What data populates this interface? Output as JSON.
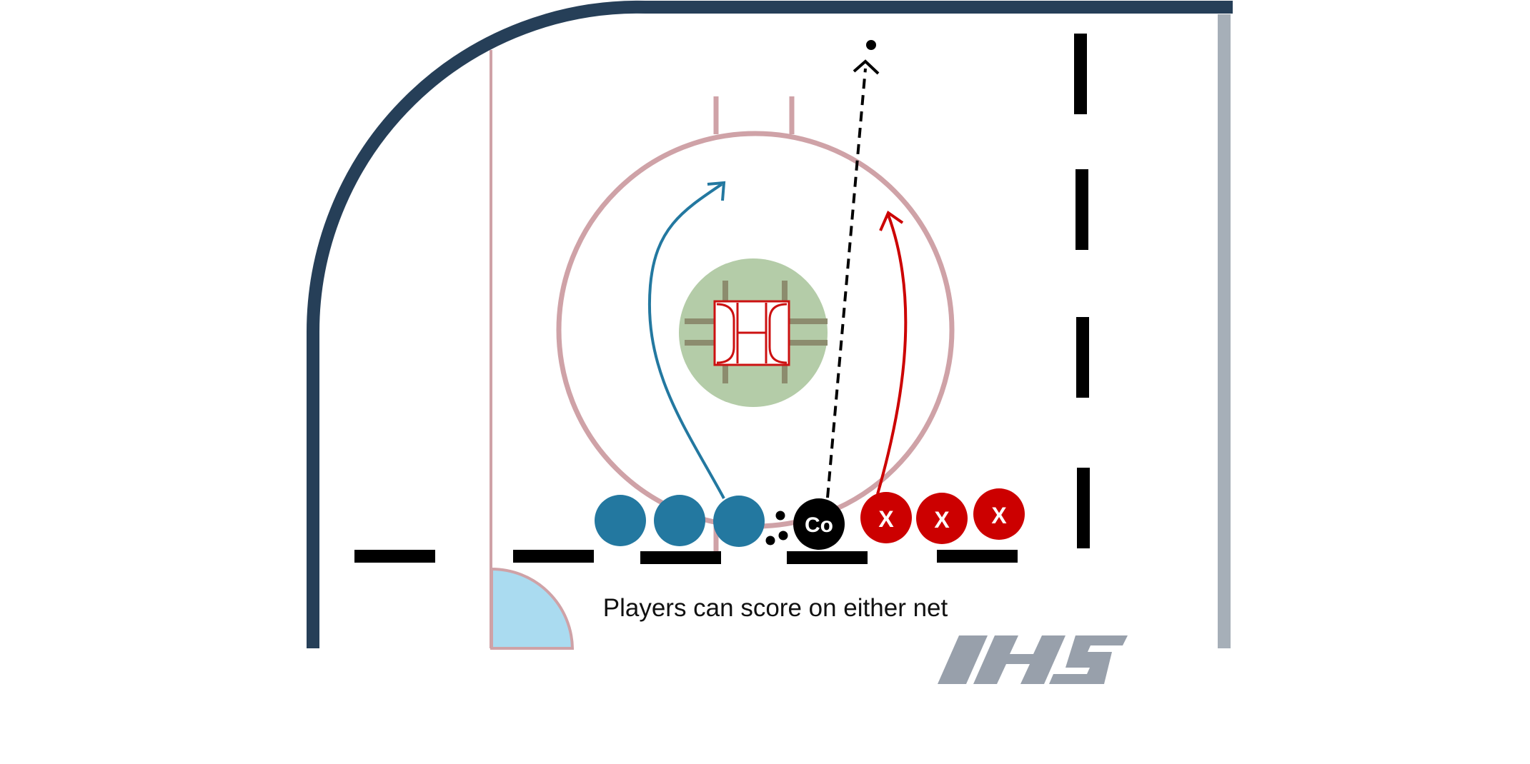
{
  "caption": "Players can score on either net",
  "coach_label": "Co",
  "opponent_label": "X",
  "logo_text": "IHS",
  "icons": {
    "net": "hockey-net-icon",
    "puck": "puck-icon"
  },
  "colors": {
    "boards": "#263f58",
    "far_boards": "#a6afb8",
    "rink_lines": "#cfa2a7",
    "crease": "#aadbf0",
    "net_zone": "#b4cca8",
    "net_frame": "#8c8c6e",
    "net": "#cc1111",
    "team_blue": "#2378a0",
    "team_red": "#cc0000",
    "coach": "#000000",
    "logo": "#98a0ab"
  }
}
